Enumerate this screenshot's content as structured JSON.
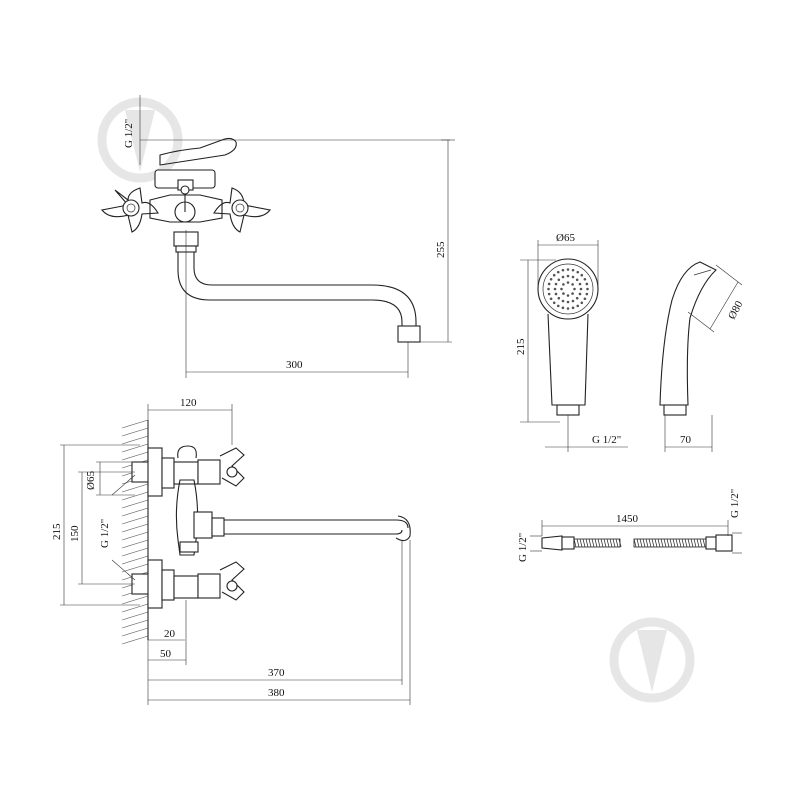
{
  "figure": "Faucet technical drawing",
  "dimensions": {
    "top_thread": "G 1/2\"",
    "top_height": "255",
    "top_spout_reach": "300",
    "head_diameter": "Ø65",
    "handset_length": "215",
    "handset_thread": "G 1/2\"",
    "head_side_diameter": "Ø80",
    "handset_width": "70",
    "body_depth": "120",
    "side_height": "215",
    "side_spacing": "150",
    "side_thread": "G 1/2\"",
    "side_flange_diameter": "Ø65",
    "wall_offset_20": "20",
    "wall_offset_50": "50",
    "spout_370": "370",
    "total_380": "380",
    "hose_length": "1450",
    "hose_thread_left": "G 1/2\"",
    "hose_thread_right": "G 1/2\""
  },
  "watermark": {
    "name": "brand-drop-logo",
    "color": "#e6e6e6"
  }
}
